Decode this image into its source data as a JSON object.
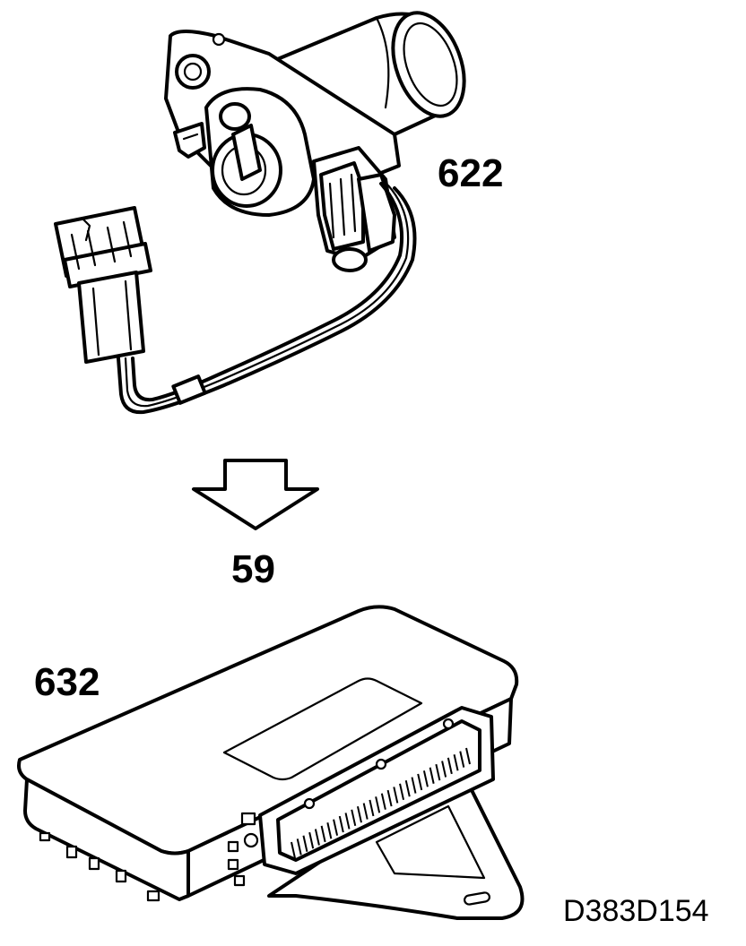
{
  "labels": {
    "component_motor": "622",
    "flow_step": "59",
    "component_control_unit": "632",
    "figure_ref": "D383D154"
  }
}
